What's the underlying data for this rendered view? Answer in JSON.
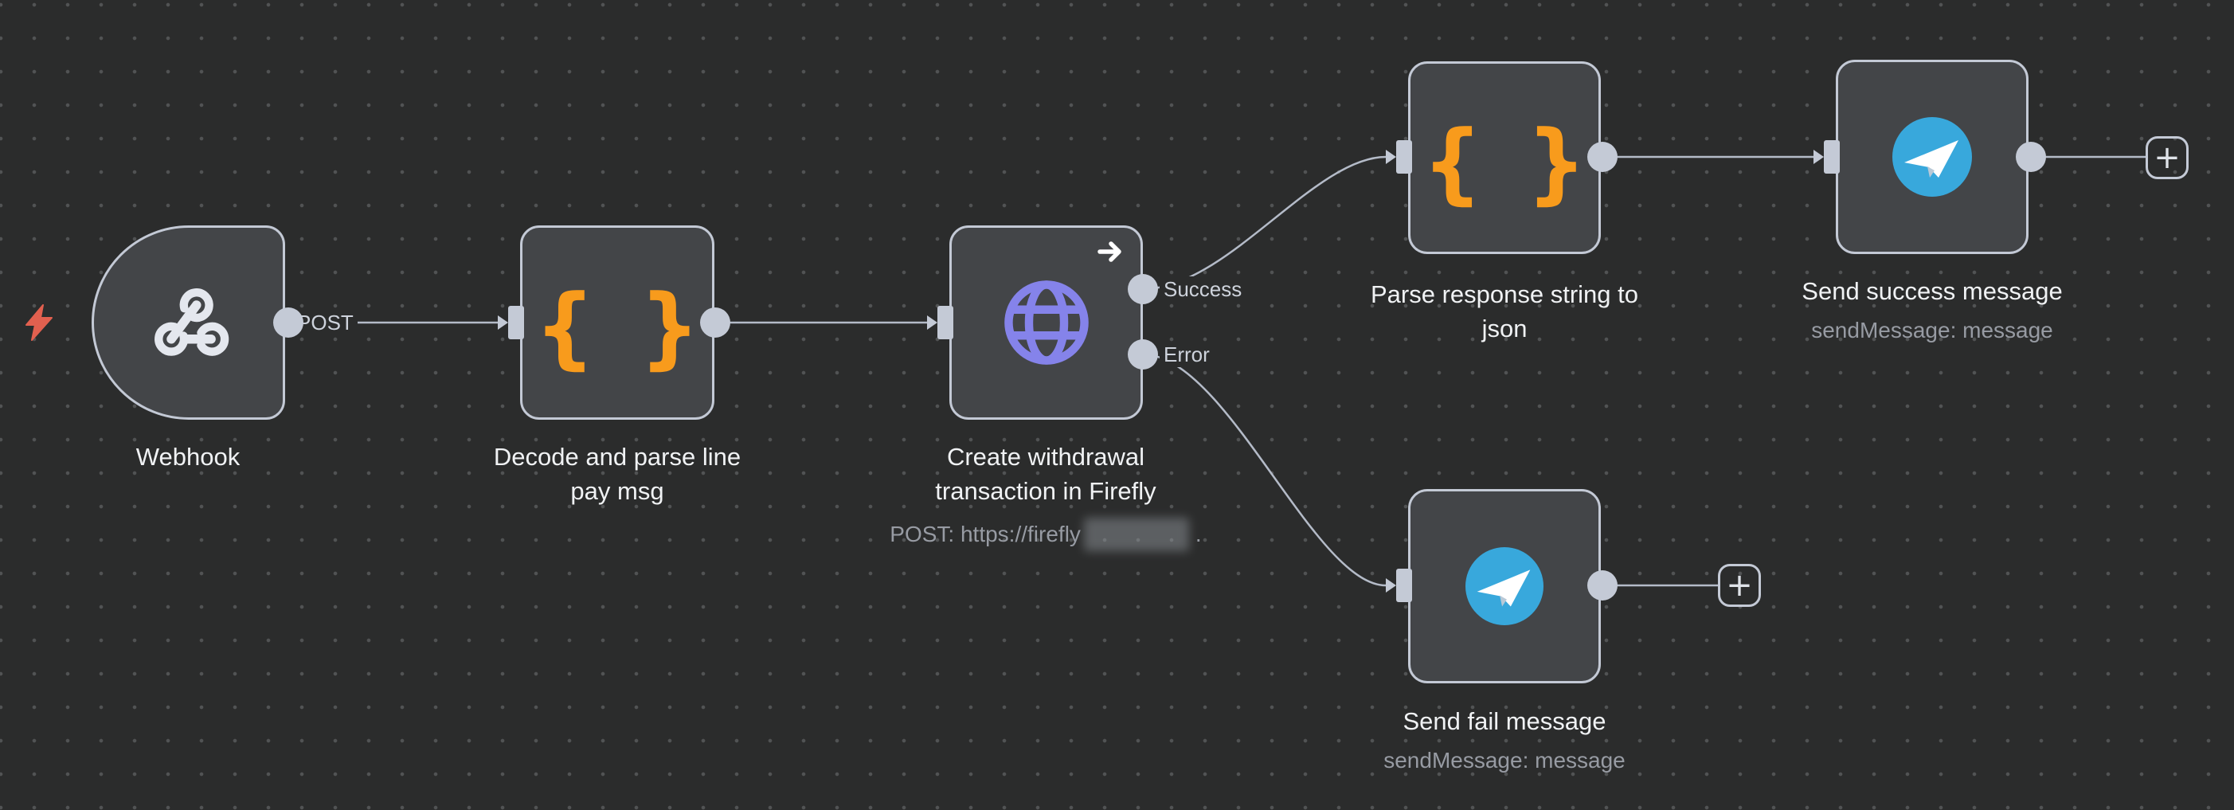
{
  "app": {
    "name": "workflow-canvas"
  },
  "colors": {
    "background": "#2b2c2c",
    "node_fill": "#434548",
    "node_border": "#c3c9d5",
    "connection": "#b4bbc8",
    "title_text": "#f0f2f4",
    "subtitle_text": "#979ba3",
    "wire_label_text": "#ced3dc",
    "code_icon_orange": "#f89b1c",
    "http_icon_purple": "#8583ea",
    "telegram_blue": "#38a8dc",
    "trigger_bolt_red": "#e2604f"
  },
  "connection_labels": {
    "webhook_output": "POST",
    "http_success": "Success",
    "http_error": "Error"
  },
  "icon_glyphs": {
    "code_braces": "{ }",
    "add": "+"
  },
  "nodes": [
    {
      "id": "webhook",
      "title": "Webhook",
      "icon": "webhook-icon",
      "type": "trigger"
    },
    {
      "id": "decode",
      "title": "Decode and parse line pay msg",
      "icon": "code-braces-icon",
      "type": "code"
    },
    {
      "id": "http",
      "title": "Create withdrawal transaction in Firefly",
      "subtitle_prefix": "POST: https://firefly",
      "subtitle_redacted": true,
      "subtitle_suffix": ".",
      "icon": "globe-icon",
      "type": "http-request",
      "outputs": [
        "Success",
        "Error"
      ]
    },
    {
      "id": "parse",
      "title": "Parse response string to json",
      "icon": "code-braces-icon",
      "type": "code"
    },
    {
      "id": "send_success",
      "title": "Send success message",
      "subtitle": "sendMessage: message",
      "icon": "telegram-icon",
      "type": "telegram"
    },
    {
      "id": "send_fail",
      "title": "Send fail message",
      "subtitle": "sendMessage: message",
      "icon": "telegram-icon",
      "type": "telegram"
    }
  ],
  "connections": [
    {
      "from": "webhook",
      "to": "decode",
      "label": "POST"
    },
    {
      "from": "decode",
      "to": "http",
      "label": ""
    },
    {
      "from": "http",
      "to": "parse",
      "label": "Success"
    },
    {
      "from": "http",
      "to": "send_fail",
      "label": "Error"
    },
    {
      "from": "parse",
      "to": "send_success",
      "label": ""
    },
    {
      "from": "send_success",
      "to": "add-node",
      "label": ""
    },
    {
      "from": "send_fail",
      "to": "add-node",
      "label": ""
    }
  ]
}
